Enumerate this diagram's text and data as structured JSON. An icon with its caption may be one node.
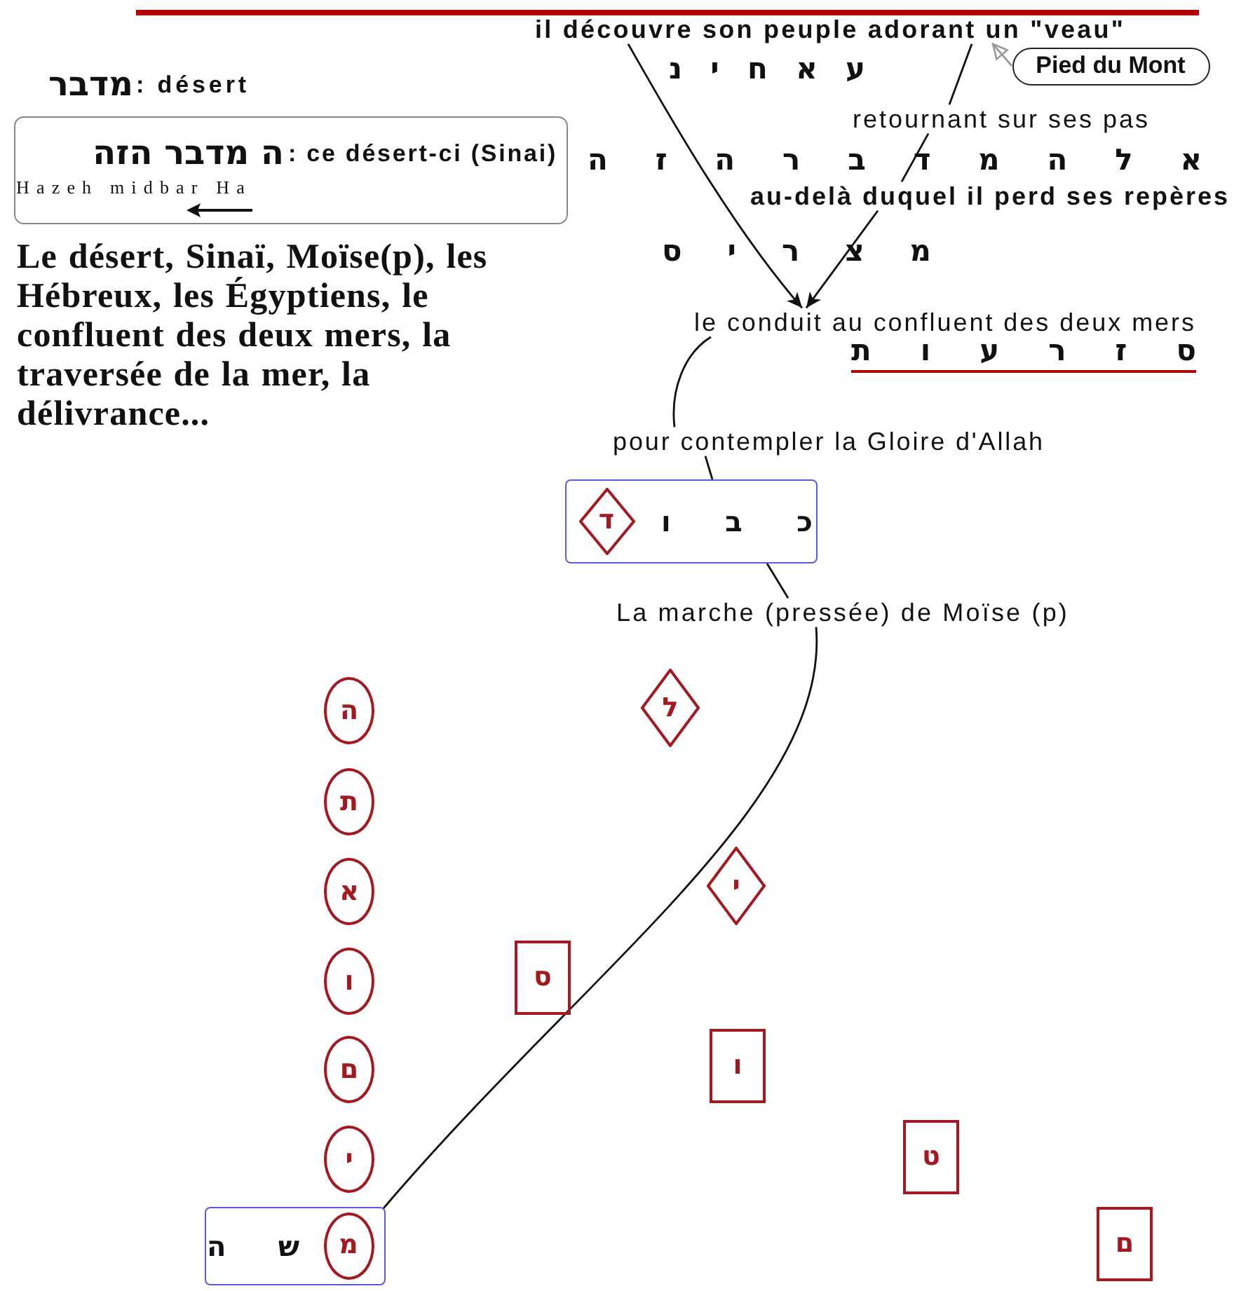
{
  "diagram": {
    "nodes": [
      {
        "text": [
          "il découvre son peuple adorant un \"veau\""
        ]
      },
      {
        "text": [
          "Pied du Mont"
        ]
      },
      {
        "text": [
          "retournant sur ses pas"
        ]
      },
      {
        "text": [
          "au-delà duquel il perd ses repères"
        ]
      },
      {
        "text": [
          "le conduit au confluent des deux mers"
        ]
      },
      {
        "text": [
          "pour contempler la Gloire d'Allah"
        ]
      },
      {
        "text": [
          "כ ב ו"
        ]
      },
      {
        "text": [
          "ד"
        ],
        "in": 6
      },
      {
        "text": [
          "La marche (pressée) de Moïse (p)"
        ]
      },
      {
        "text": [
          "ש ה"
        ]
      },
      {
        "text": [
          "מ"
        ],
        "in": 9
      },
      {
        "text": [
          "ה"
        ]
      },
      {
        "text": [
          "ת"
        ]
      },
      {
        "text": [
          "א"
        ]
      },
      {
        "text": [
          "ו"
        ]
      },
      {
        "text": [
          "ם"
        ]
      },
      {
        "text": [
          "י"
        ]
      },
      {
        "text": [
          "ל"
        ]
      },
      {
        "text": [
          "י"
        ]
      },
      {
        "text": [
          "ס"
        ]
      },
      {
        "text": [
          "ו"
        ]
      },
      {
        "text": [
          "ט"
        ]
      },
      {
        "text": [
          "ם"
        ]
      },
      {
        "text": [
          ": ce désert-ci (Sinai)",
          "ה מדבר הזה",
          "Hazeh midbar Ha"
        ]
      }
    ],
    "edges": [
      {
        "from": 0,
        "to": 4,
        "arrow": "to"
      },
      {
        "from": 3,
        "to": 4,
        "arrow": "to"
      },
      {
        "from": 1,
        "to": 0,
        "arrow": "to",
        "color": "#999999"
      },
      {
        "from": 2,
        "to": 0,
        "arrow": "none"
      },
      {
        "from": 3,
        "to": 2,
        "arrow": "none"
      },
      {
        "from": 4,
        "to": 5,
        "arrow": "none"
      },
      {
        "from": 5,
        "to": 6,
        "arrow": "none"
      },
      {
        "from": 6,
        "to": 8,
        "arrow": "none"
      },
      {
        "from": 8,
        "to": 9,
        "arrow": "none"
      }
    ],
    "labels": [
      "מדבר",
      ": désert",
      "Le désert, Sinaï, Moïse(p), les Hébreux, les Égyptiens, le confluent des deux mers, la traversée de la mer, la délivrance...",
      "ע א ח י נ",
      "א ל ה מ ד ב ר ה ז ה",
      "מ צ ר י ס",
      "ס ז ר ע ו ת"
    ]
  }
}
